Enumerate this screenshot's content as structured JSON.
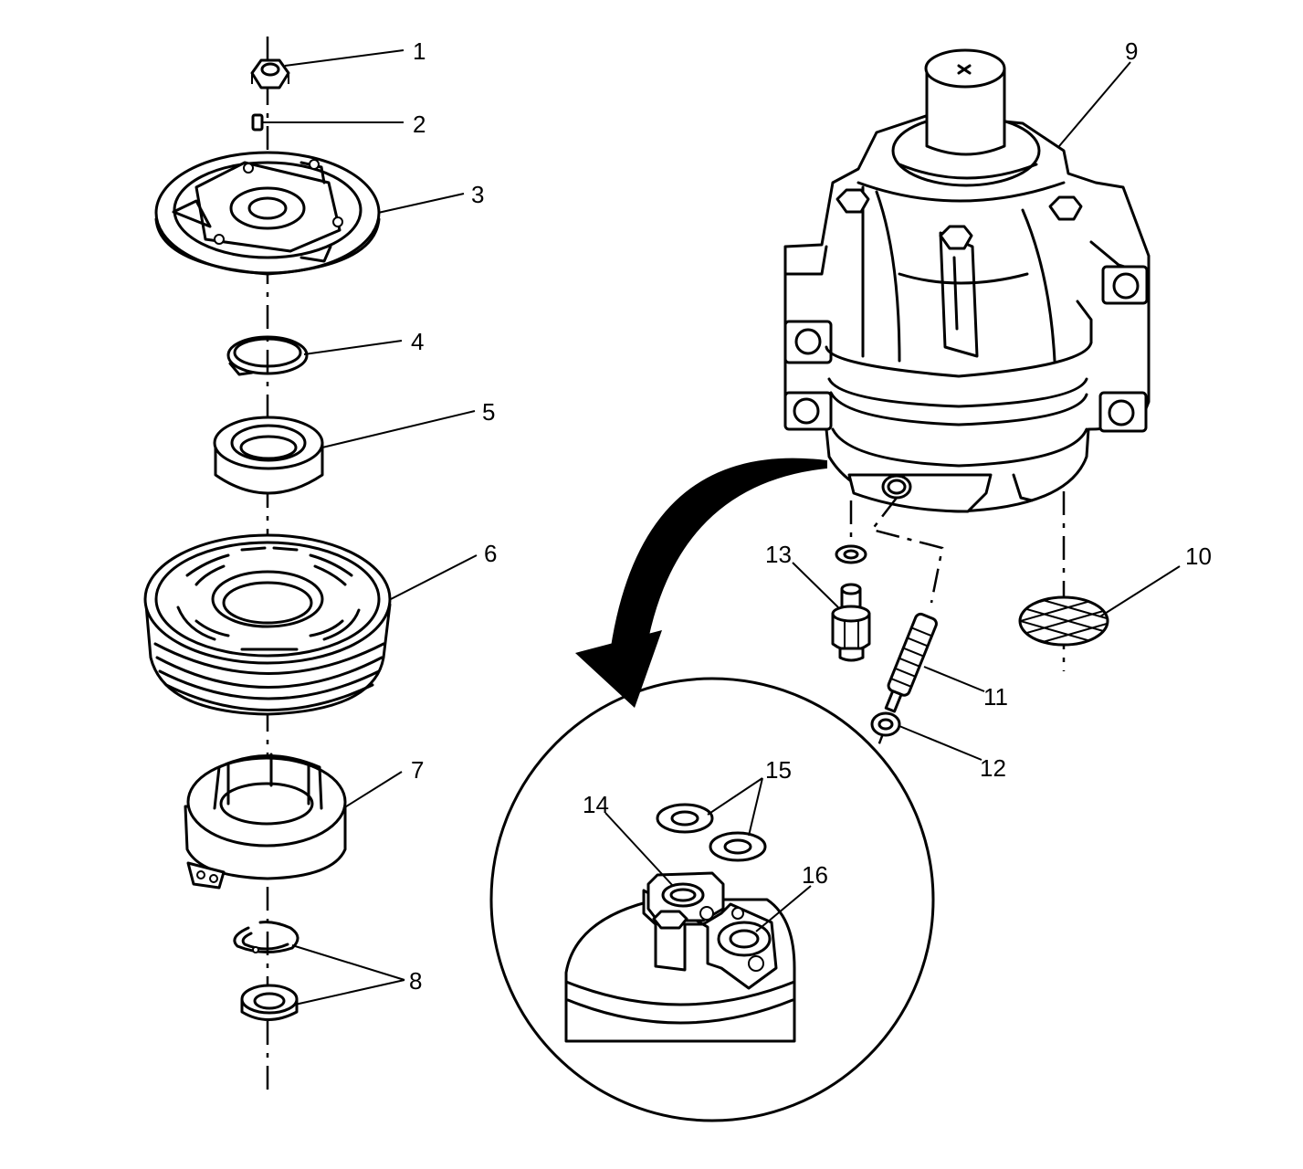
{
  "callouts": [
    "1",
    "2",
    "3",
    "4",
    "5",
    "6",
    "7",
    "8",
    "9",
    "10",
    "11",
    "12",
    "13",
    "14",
    "15",
    "16"
  ],
  "colors": {
    "ink": "#000000",
    "paper": "#ffffff"
  }
}
